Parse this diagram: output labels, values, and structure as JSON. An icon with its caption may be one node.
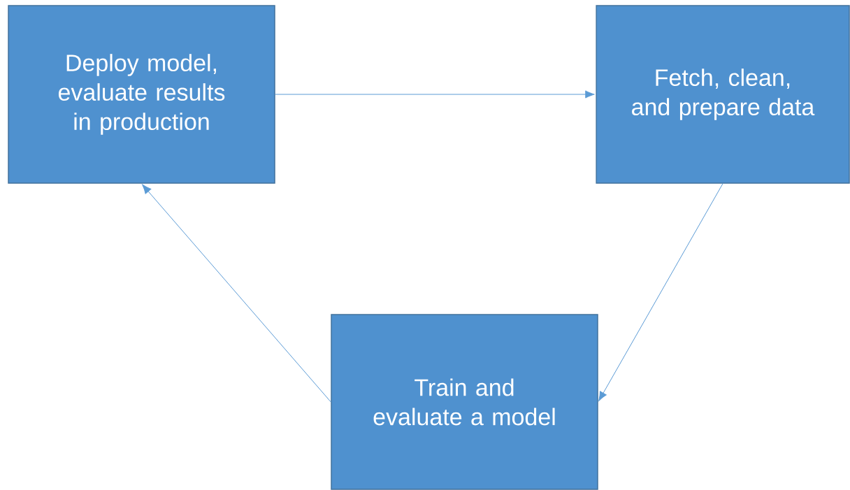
{
  "diagram": {
    "nodes": [
      {
        "text": [
          "Deploy model, evaluate results in production"
        ]
      },
      {
        "text": [
          "Fetch, clean, and prepare data"
        ]
      },
      {
        "text": [
          "Train and evaluate a model"
        ]
      }
    ],
    "edges": [
      {
        "from": 0,
        "to": 1,
        "arrow": "to"
      },
      {
        "from": 1,
        "to": 2,
        "arrow": "to"
      },
      {
        "from": 2,
        "to": 0,
        "arrow": "to"
      }
    ]
  }
}
